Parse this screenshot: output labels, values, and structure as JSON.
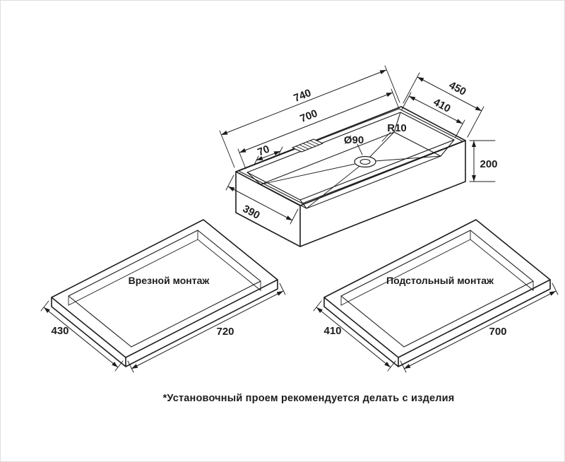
{
  "sink": {
    "outer_length": "740",
    "inner_length": "700",
    "outer_width": "450",
    "inner_width": "410",
    "drain_diameter": "Ø90",
    "corner_radius": "R10",
    "deck_offset": "70",
    "height": "200",
    "depth_width": "390"
  },
  "inset_mount": {
    "title": "Врезной монтаж",
    "width": "430",
    "length": "720"
  },
  "undermount": {
    "title": "Подстольный монтаж",
    "width": "410",
    "length": "700"
  },
  "note": "*Установочный проем рекомендуется делать с изделия",
  "colors": {
    "line": "#1c1c1c",
    "background": "#ffffff",
    "border": "#dedede"
  }
}
